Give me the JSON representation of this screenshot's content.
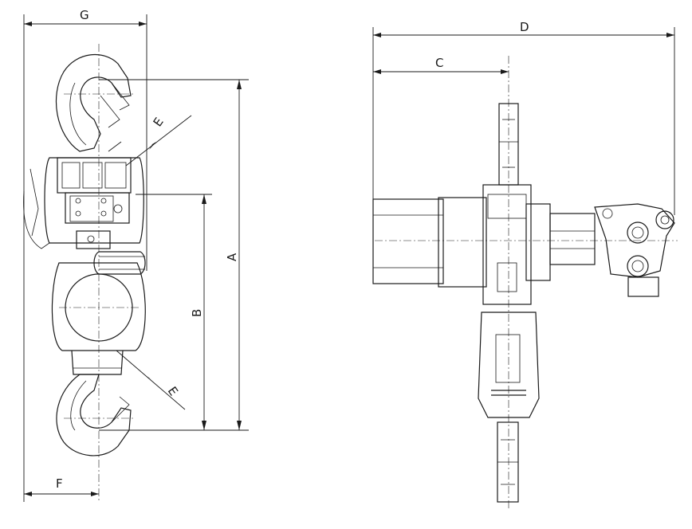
{
  "diagram": {
    "dimension_labels": {
      "A": "A",
      "B": "B",
      "C": "C",
      "D": "D",
      "E_top": "E",
      "E_bottom": "E",
      "F": "F",
      "G": "G"
    },
    "line_color": "#1a1a1a",
    "background": "#ffffff"
  }
}
